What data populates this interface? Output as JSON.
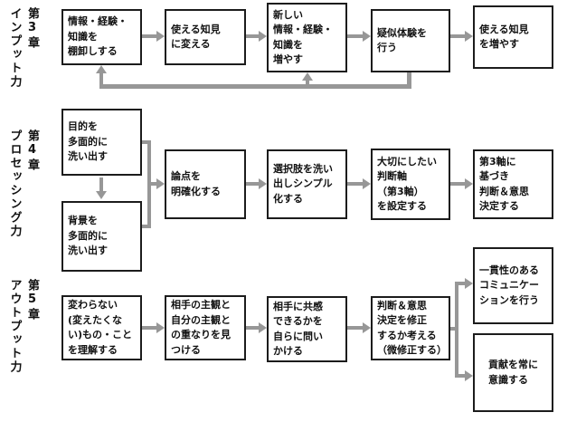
{
  "colors": {
    "background": "#ffffff",
    "box_border": "#1c1c1c",
    "text": "#111111",
    "arrow": "#979797"
  },
  "rows": [
    {
      "chapter": "第3章",
      "skill": "インプット力",
      "boxes": [
        {
          "text": "情報・経験・\n知識を\n棚卸しする"
        },
        {
          "text": "使える知見\nに変える"
        },
        {
          "text": "新しい\n情報・経験・\n知識を\n増やす"
        },
        {
          "text": "疑似体験を\n行う"
        },
        {
          "text": "使える知見\nを増やす"
        }
      ]
    },
    {
      "chapter": "第4章",
      "skill": "プロセッシング力",
      "boxes": [
        {
          "text": "目的を\n多面的に\n洗い出す"
        },
        {
          "text": "背景を\n多面的に\n洗い出す"
        },
        {
          "text": "論点を\n明確化する"
        },
        {
          "text": "選択肢を洗い\n出しシンプル\n化する"
        },
        {
          "text": "大切にしたい\n判断軸\n（第3軸）\nを設定する"
        },
        {
          "text": "第3軸に\n基づき\n判断＆意思\n決定する"
        }
      ]
    },
    {
      "chapter": "第5章",
      "skill": "アウトプット力",
      "boxes": [
        {
          "text": "変わらない\n(変えたくな\nい)もの・こと\nを理解する"
        },
        {
          "text": "相手の主観と\n自分の主観と\nの重なりを見\nつける"
        },
        {
          "text": "相手に共感\nできるかを\n自らに問い\nかける"
        },
        {
          "text": "判断＆意思\n決定を修正\nするか考える\n（微修正する）"
        },
        {
          "text": "一貫性のある\nコミュニケー\nションを行う"
        },
        {
          "text": "貢献を常に\n意識する"
        }
      ]
    }
  ]
}
